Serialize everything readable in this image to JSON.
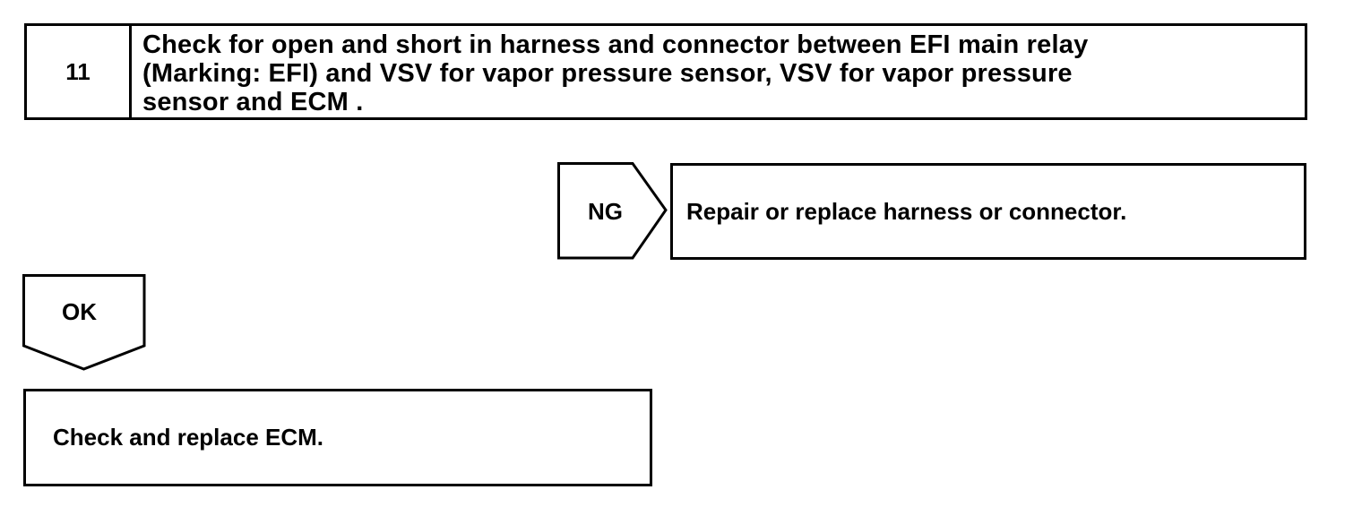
{
  "step": {
    "number": "11",
    "line1": "Check for open and short in harness and connector between EFI main relay",
    "line2": "(Marking: EFI) and VSV for vapor pressure sensor, VSV for vapor pressure",
    "line3": "sensor and ECM ."
  },
  "ng_branch": {
    "label": "NG",
    "action": "Repair or replace harness or connector."
  },
  "ok_branch": {
    "label": "OK",
    "action": "Check and replace ECM."
  }
}
